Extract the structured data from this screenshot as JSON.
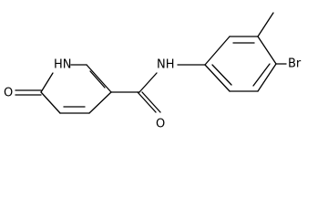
{
  "molecule": {
    "atom_labels": {
      "ring_nh": "HN",
      "carbonyl_o_left": "O",
      "amide_nh": "NH",
      "carbonyl_o_amide": "O",
      "bromine": "Br"
    },
    "colors": {
      "bond": "#000000",
      "text": "#000000",
      "background": "#ffffff"
    }
  }
}
